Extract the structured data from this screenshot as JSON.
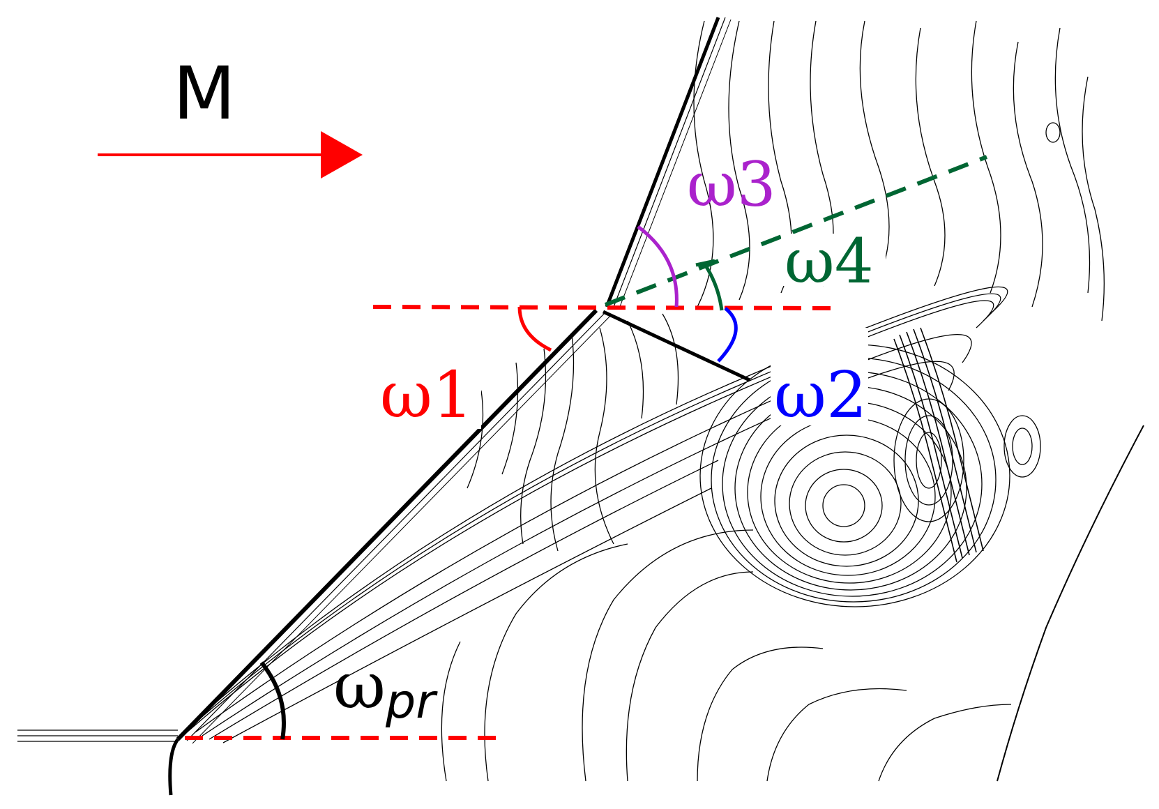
{
  "flow": {
    "label": "M",
    "arrow_color": "#ff0000",
    "arrow_icon": "arrow-right-icon"
  },
  "angles": [
    {
      "id": "w1",
      "label": "ω1",
      "color": "#ff0000"
    },
    {
      "id": "w2",
      "label": "ω2",
      "color": "#0000ff"
    },
    {
      "id": "w3",
      "label": "ω3",
      "color": "#aa22cc"
    },
    {
      "id": "w4",
      "label": "ω4",
      "color": "#006633"
    }
  ],
  "wpr": {
    "symbol": "ω",
    "subscript": "pr",
    "color": "#000000"
  },
  "colors": {
    "reference_line": "#ff0000",
    "slip_line": "#006633",
    "shock": "#000000",
    "contour": "#000000"
  }
}
